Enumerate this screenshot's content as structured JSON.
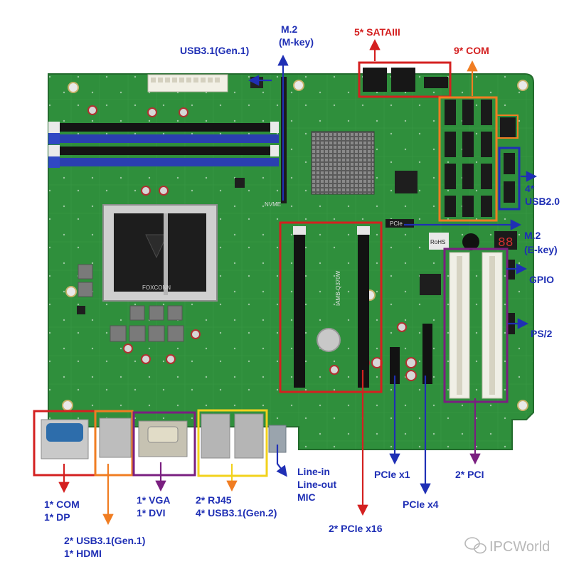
{
  "labels": {
    "usb31_gen1_top": "USB3.1(Gen.1)",
    "m2_m_key": [
      "M.2",
      "(M-key)"
    ],
    "sata": "5* SATAIII",
    "com9": "9* COM",
    "usb20": [
      "4*",
      "USB2.0"
    ],
    "m2_e_key": [
      "M.2",
      "(E-key)"
    ],
    "gpio": "GPIO",
    "ps2": "PS/2",
    "com_dp": [
      "1* COM",
      "1* DP"
    ],
    "usb_hdmi": [
      "2* USB3.1(Gen.1)",
      "1* HDMI"
    ],
    "vga_dvi": [
      "1* VGA",
      "1* DVI"
    ],
    "rj45_usb": [
      "2* RJ45",
      "4* USB3.1(Gen.2)"
    ],
    "audio": [
      "Line-in",
      "Line-out",
      "MIC"
    ],
    "pcie_x16": "2* PCIe x16",
    "pcie_x1": "PCIe x1",
    "pcie_x4": "PCIe x4",
    "pci": "2* PCI"
  },
  "board_text": {
    "model": "IAMB-Q370W",
    "socket_brand": "FOXCONN",
    "m2_marking": "NVME",
    "pcie_marking": "PCIe",
    "rohs": "RoHS"
  },
  "watermark": "IPCWorld",
  "colors": {
    "board": "#2f8f3c",
    "red": "#d42020",
    "blue": "#1f2fb5",
    "orange": "#f07d22",
    "purple": "#7a1f80",
    "yellow": "#f2d21c"
  }
}
